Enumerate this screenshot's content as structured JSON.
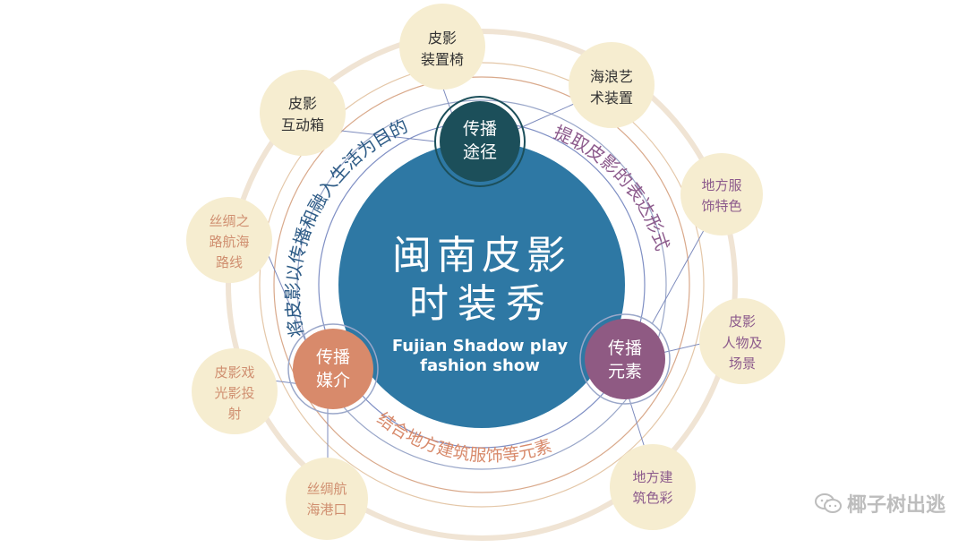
{
  "center": {
    "title_line1": "闽南皮影",
    "title_line2": "时装秀",
    "subtitle_line1": "Fujian Shadow play",
    "subtitle_line2": "fashion show"
  },
  "hubs": {
    "route": {
      "line1": "传播",
      "line2": "途径"
    },
    "medium": {
      "line1": "传播",
      "line2": "媒介"
    },
    "elements": {
      "line1": "传播",
      "line2": "元素"
    }
  },
  "arc_texts": {
    "left": "将皮影以传播和融入生活为目的",
    "right": "提取皮影的表达形式",
    "bottom": "结合地方建筑服饰等元素"
  },
  "leaves": [
    {
      "id": "seat-device",
      "lines": [
        "皮影",
        "装置椅"
      ]
    },
    {
      "id": "wave-art",
      "lines": [
        "海浪艺",
        "术装置"
      ]
    },
    {
      "id": "interactive-box",
      "lines": [
        "皮影",
        "互动箱"
      ]
    },
    {
      "id": "costume-features",
      "lines": [
        "地方服",
        "饰特色"
      ]
    },
    {
      "id": "silk-road-routes",
      "lines": [
        "丝绸之",
        "路航海",
        "路线"
      ]
    },
    {
      "id": "figures-scenes",
      "lines": [
        "皮影",
        "人物及",
        "场景"
      ]
    },
    {
      "id": "shadow-projection",
      "lines": [
        "皮影戏",
        "光影投",
        "射"
      ]
    },
    {
      "id": "architecture-colors",
      "lines": [
        "地方建",
        "筑色彩"
      ]
    },
    {
      "id": "silk-port",
      "lines": [
        "丝绸航",
        "海港口"
      ]
    }
  ],
  "watermark": {
    "text": "椰子树出逃"
  },
  "colors": {
    "center": "#2e78a4",
    "route_hub": "#1c4f5a",
    "medium_hub": "#d88a6b",
    "elements_hub": "#8f5a83",
    "leaf": "#f6edd0",
    "outer_ring": "#f0e4d4",
    "left_arc_text": "#2d5b86",
    "right_arc_text": "#8c5a8c",
    "bottom_arc_text": "#d88a6b",
    "route_leaf_text": "#333333",
    "medium_leaf_text": "#d08f70",
    "elements_leaf_text": "#8c5a8c"
  }
}
